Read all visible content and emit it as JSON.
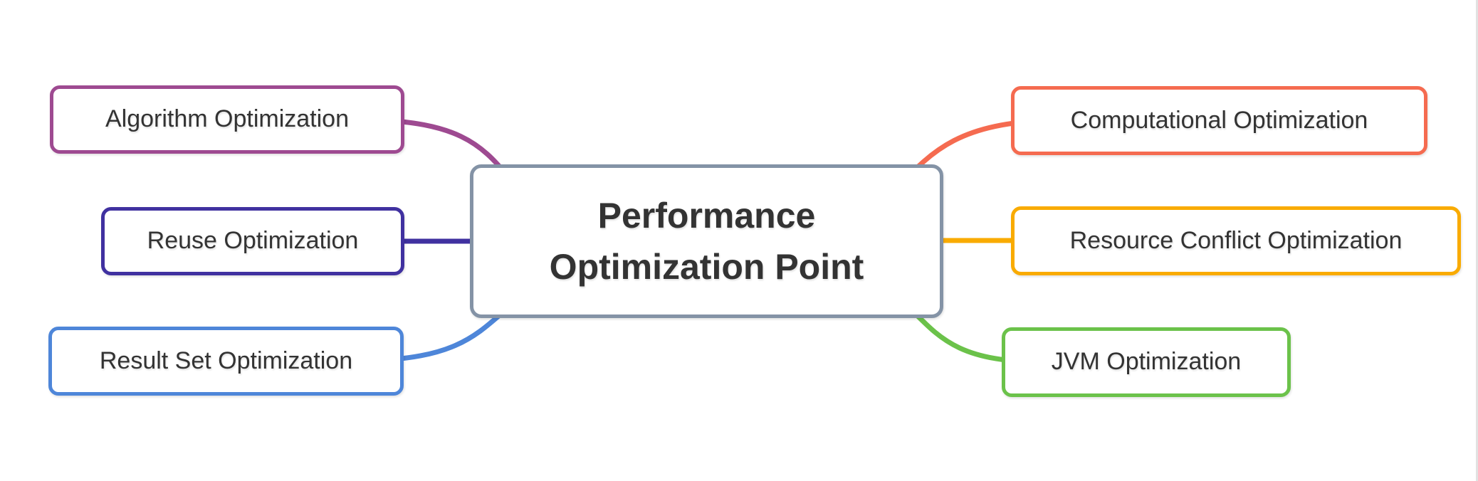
{
  "diagram": {
    "type": "mindmap",
    "background_color": "#ffffff",
    "text_color": "#333333",
    "root": {
      "label": "Performance Optimization Point",
      "border_color": "#8493a6"
    },
    "left_branches": [
      {
        "label": "Algorithm Optimization",
        "border_color": "#9e4a91"
      },
      {
        "label": "Reuse Optimization",
        "border_color": "#4031a0"
      },
      {
        "label": "Result Set Optimization",
        "border_color": "#4e86d9"
      }
    ],
    "right_branches": [
      {
        "label": "Computational Optimization",
        "border_color": "#f56b50"
      },
      {
        "label": "Resource Conflict Optimization",
        "border_color": "#f9ab00"
      },
      {
        "label": "JVM Optimization",
        "border_color": "#6bc24a"
      }
    ]
  }
}
